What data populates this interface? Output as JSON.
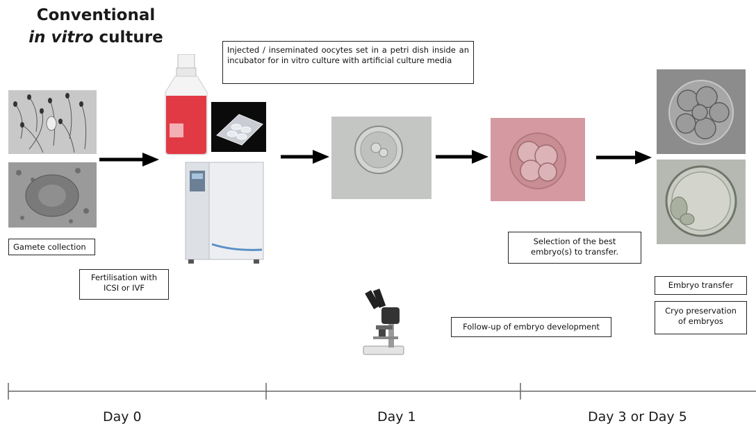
{
  "title": {
    "line1": "Conventional",
    "line2_italic": "in vitro",
    "line2_rest": " culture"
  },
  "boxes": {
    "incubator_note": "Injected / inseminated oocytes set in a petri dish inside an incubator for in vitro culture with artificial culture media",
    "gamete": "Gamete collection",
    "fertilisation_l1": "Fertilisation with",
    "fertilisation_l2": "ICSI or IVF",
    "selection_l1": "Selection of the best",
    "selection_l2": "embryo(s) to transfer.",
    "followup": "Follow-up of embryo development",
    "transfer": "Embryo transfer",
    "cryo_l1": "Cryo preservation",
    "cryo_l2": "of embryos"
  },
  "timeline": {
    "day0": "Day 0",
    "day1": "Day 1",
    "day3_5": "Day 3 or Day 5"
  },
  "colors": {
    "flask_red": "#e23a45",
    "embryo_pink": "#d59aa1",
    "micro_gray": "#b5b5b5"
  }
}
